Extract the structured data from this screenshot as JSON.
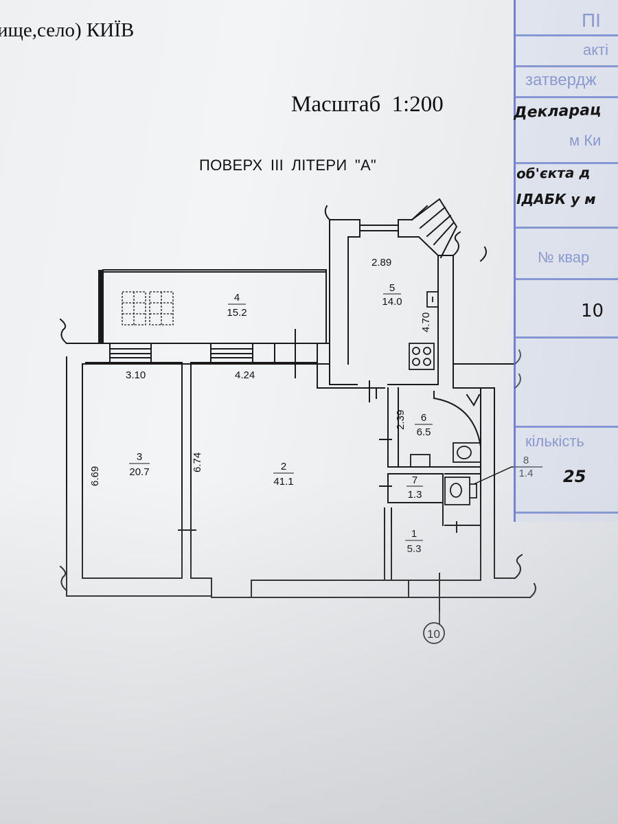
{
  "header": {
    "city_line": "ище,село)  КИЇВ",
    "scale_label": "Масштаб   1:200",
    "floor_title": "ПОВЕРХ  ІІІ  ЛІТЕРИ \"А\""
  },
  "rooms": [
    {
      "number": "1",
      "area": "5.3"
    },
    {
      "number": "2",
      "area": "41.1"
    },
    {
      "number": "3",
      "area": "20.7"
    },
    {
      "number": "4",
      "area": "15.2"
    },
    {
      "number": "5",
      "area": "14.0"
    },
    {
      "number": "6",
      "area": "6.5"
    },
    {
      "number": "7",
      "area": "1.3"
    },
    {
      "number": "8",
      "area": "1.4"
    }
  ],
  "dimensions": {
    "room3_width": "3.10",
    "room2_width": "4.24",
    "room5_width": "2.89",
    "room5_length": "4.70",
    "room6_length": "2.39",
    "room3_length": "6.69",
    "room2_length": "6.74"
  },
  "axis_label": "10",
  "stamp": {
    "line1": "ПІ",
    "line2": "акті",
    "line3": "затвердж",
    "line4": "м Ки",
    "line5": "№ квар",
    "line6": "кількість",
    "handwritten_1": "Декларац",
    "handwritten_2": "об'єкта д",
    "handwritten_3": "ІДАБК у м",
    "handwritten_4": "10",
    "handwritten_5": "25"
  }
}
